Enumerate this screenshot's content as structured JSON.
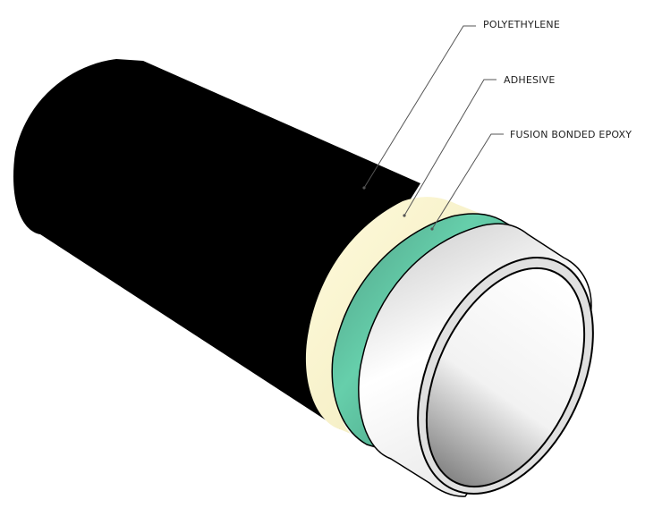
{
  "diagram": {
    "subject": "Three-layer coated pipe cross-section",
    "labels": [
      {
        "id": "polyethylene",
        "text": "POLYETHYLENE"
      },
      {
        "id": "adhesive",
        "text": "ADHESIVE"
      },
      {
        "id": "fbe",
        "text": "FUSION BONDED EPOXY"
      }
    ],
    "colors": {
      "polyethylene": "#000000",
      "adhesive": "#f7f3cf",
      "fbe": "#5fcaa6",
      "steel": "#f4f4f4",
      "leader": "#555555"
    }
  }
}
